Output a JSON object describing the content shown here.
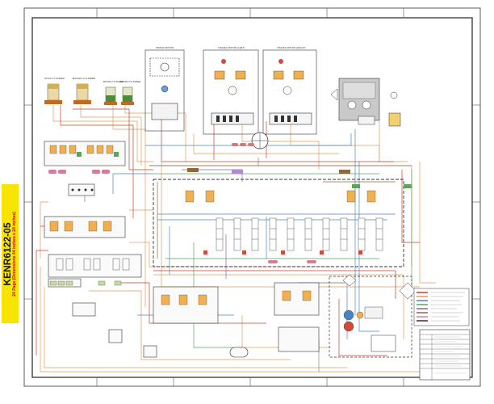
{
  "document": {
    "number": "KENR6122-05",
    "subtitle": "24 Page (Dimensions 44 inches x 24 inches)"
  },
  "cylinders": {
    "stick": "STICK CYLINDER",
    "bucket": "BUCKET CYLINDER",
    "boom_a": "BOOM CYLINDER",
    "boom_b": "BOOM CYLINDER"
  },
  "motors": {
    "swing": "SWING MOTOR",
    "travel_left": "TRAVEL MOTOR (LEFT)",
    "travel_right": "TRAVEL MOTOR (RIGHT)"
  },
  "colors": {
    "frame": "#222222",
    "line_orange": "#e39a55",
    "line_red": "#c8402c",
    "line_blue": "#4a84c4",
    "line_green": "#5aa55a",
    "line_purple": "#8a5fb0",
    "line_brown": "#8a6a3a",
    "valve_shade": "#c9c9c9",
    "tab_yellow": "#f7e400"
  }
}
